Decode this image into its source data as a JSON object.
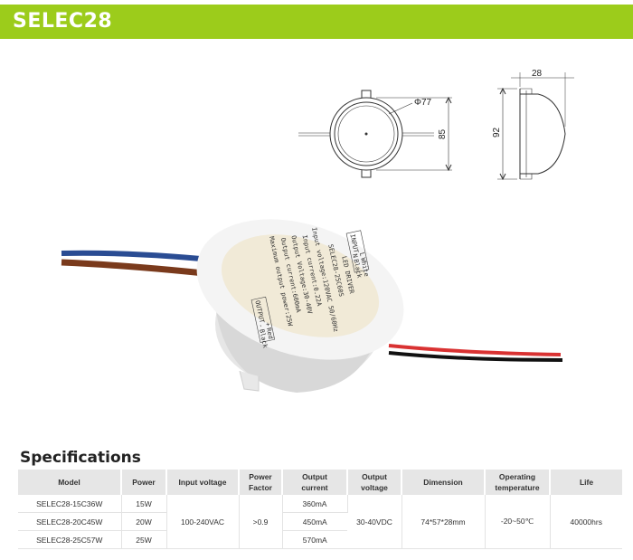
{
  "header": {
    "title": "SELEC28"
  },
  "drawing": {
    "diameter_label": "Φ77",
    "height_front_label": "85",
    "height_side_label": "92",
    "depth_label": "28"
  },
  "product_label": {
    "input_box": "INPUT",
    "input_l": "L",
    "input_n": "N",
    "input_white": "White",
    "input_black": "Black",
    "output_box": "OUTPUT",
    "output_plus": "+",
    "output_minus": "-",
    "output_red": "Red",
    "output_black": "Black",
    "line1": "LED DRIVER",
    "line2": "SELEC28-25C60S",
    "line3": "Input voltage:120VAC 50/60Hz",
    "line4": "Input current:0.22A",
    "line5": "Output Voltage:30-40V",
    "line6": "Output current:600mA",
    "line7": "Maximum output power:25W"
  },
  "specifications": {
    "title": "Specifications",
    "headers": {
      "model": "Model",
      "power": "Power",
      "input_voltage": "Input voltage",
      "power_factor_1": "Power",
      "power_factor_2": "Factor",
      "output_current_1": "Output",
      "output_current_2": "current",
      "output_voltage_1": "Output",
      "output_voltage_2": "voltage",
      "dimension": "Dimension",
      "operating_temp_1": "Operating",
      "operating_temp_2": "temperature",
      "life": "Life"
    },
    "rows": [
      {
        "model": "SELEC28-15C36W",
        "power": "15W",
        "output_current": "360mA"
      },
      {
        "model": "SELEC28-20C45W",
        "power": "20W",
        "output_current": "450mA"
      },
      {
        "model": "SELEC28-25C57W",
        "power": "25W",
        "output_current": "570mA"
      }
    ],
    "shared": {
      "input_voltage": "100-240VAC",
      "power_factor": ">0.9",
      "output_voltage": "30-40VDC",
      "dimension": "74*57*28mm",
      "operating_temp": "-20~50℃",
      "life": "40000hrs"
    }
  }
}
